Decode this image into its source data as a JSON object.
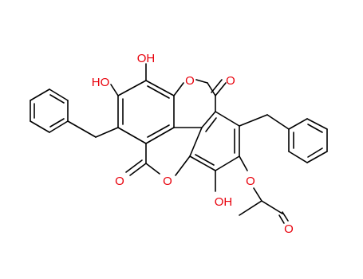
{
  "molecule": {
    "colors": {
      "bond": "#000000",
      "oxygen": "#e8000b",
      "background": "#ffffff"
    },
    "labels": {
      "oh_top": "OH",
      "ho_left": "HO",
      "o_ring_top": "O",
      "o_carbonyl_top": "O",
      "o_carbonyl_bottom": "O",
      "o_ring_bottom": "O",
      "oh_bottom": "OH",
      "o_ester": "O",
      "o_acetyl": "O"
    }
  }
}
